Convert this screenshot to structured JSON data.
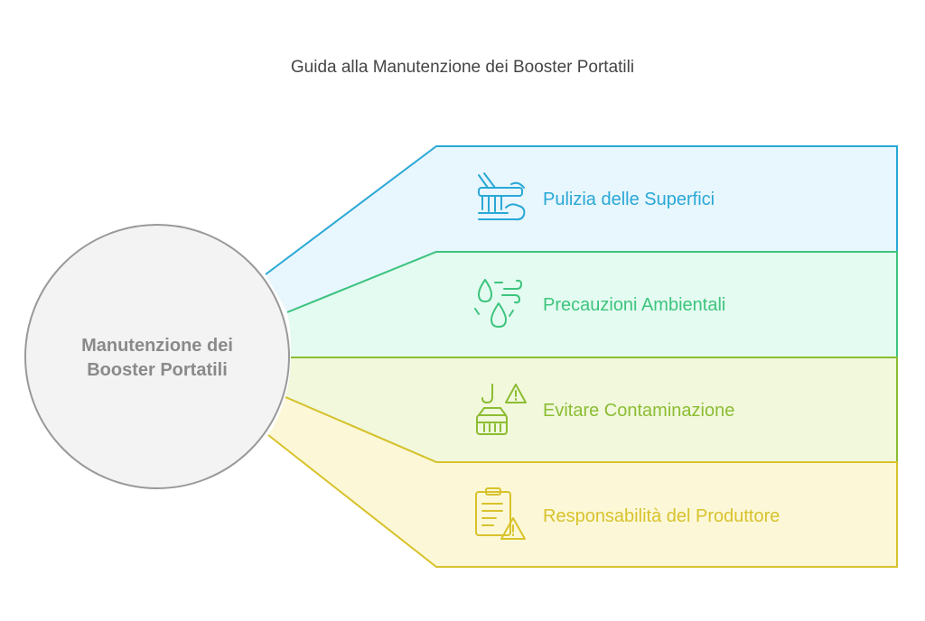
{
  "title": "Guida alla Manutenzione dei Booster Portatili",
  "center": {
    "line1": "Manutenzione dei",
    "line2": "Booster Portatili"
  },
  "branches": [
    {
      "label": "Pulizia delle Superfici",
      "icon": "brush-cleaning-icon",
      "color": "#29a8d6",
      "fill": "#e8f6fd"
    },
    {
      "label": "Precauzioni Ambientali",
      "icon": "water-drops-wind-icon",
      "color": "#3ec47e",
      "fill": "#e3fbf0"
    },
    {
      "label": "Evitare Contaminazione",
      "icon": "hook-basket-warning-icon",
      "color": "#8cbd32",
      "fill": "#f1f8dc"
    },
    {
      "label": "Responsabilità del Produttore",
      "icon": "clipboard-warning-icon",
      "color": "#d8c22c",
      "fill": "#fcf8d7"
    }
  ]
}
